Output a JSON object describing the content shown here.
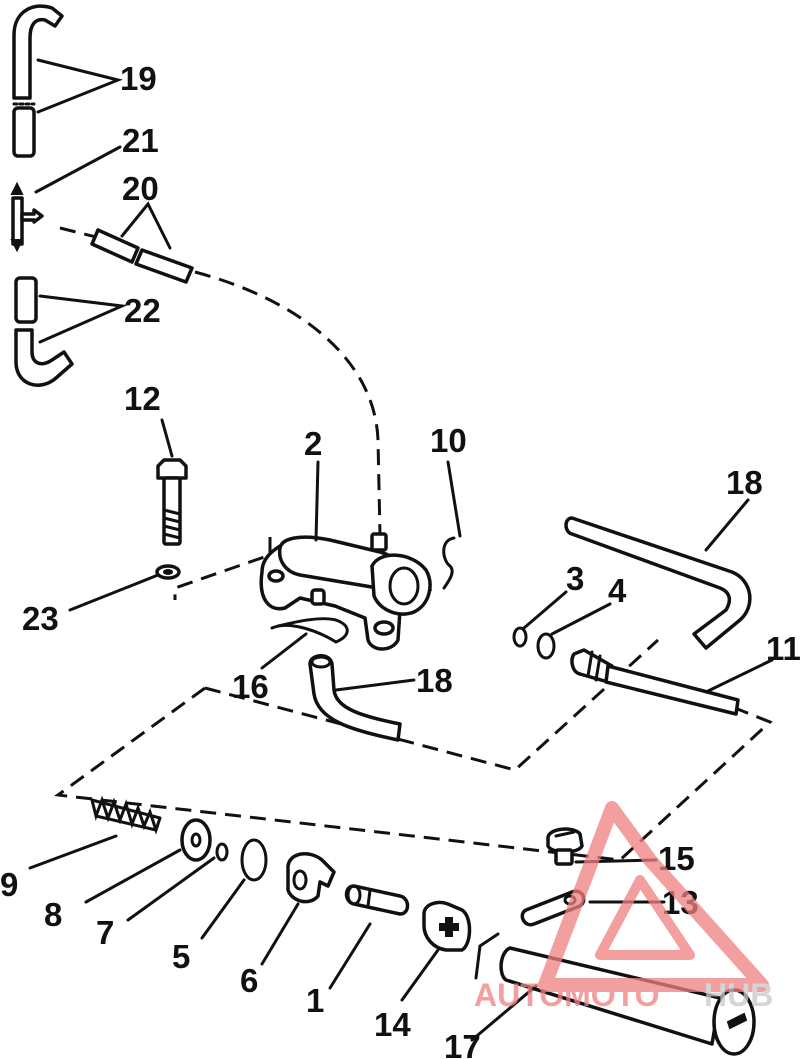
{
  "callouts": {
    "c19": "19",
    "c21": "21",
    "c20": "20",
    "c22": "22",
    "c12": "12",
    "c2": "2",
    "c10": "10",
    "c18a": "18",
    "c23": "23",
    "c3": "3",
    "c4": "4",
    "c11": "11",
    "c16": "16",
    "c18b": "18",
    "c9": "9",
    "c8": "8",
    "c7": "7",
    "c5": "5",
    "c6": "6",
    "c1": "1",
    "c14": "14",
    "c15": "15",
    "c13": "13",
    "c17": "17"
  },
  "watermark": {
    "brand_part1": "AUTOMOTO",
    "brand_part2": "HUB",
    "color_primary": "#f08080",
    "color_secondary": "#c8c8c8"
  }
}
